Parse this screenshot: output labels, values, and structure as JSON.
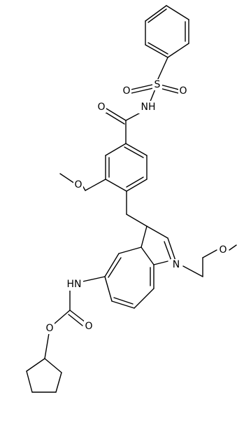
{
  "molecule": {
    "atoms": {
      "nh_sulfonamide": "NH",
      "sulfur": "S",
      "o_sulfonyl_1": "O",
      "o_sulfonyl_2": "O",
      "o_carbonyl_amide": "O",
      "o_methoxy_aryl": "O",
      "o_methoxy_ethyl": "O",
      "n_indole": "N",
      "nh_carbamate": "HN",
      "o_carbonyl_carbamate": "O",
      "o_ester": "O"
    }
  },
  "colors": {
    "bond": "#000000",
    "label": "#000000",
    "background": "#ffffff"
  }
}
